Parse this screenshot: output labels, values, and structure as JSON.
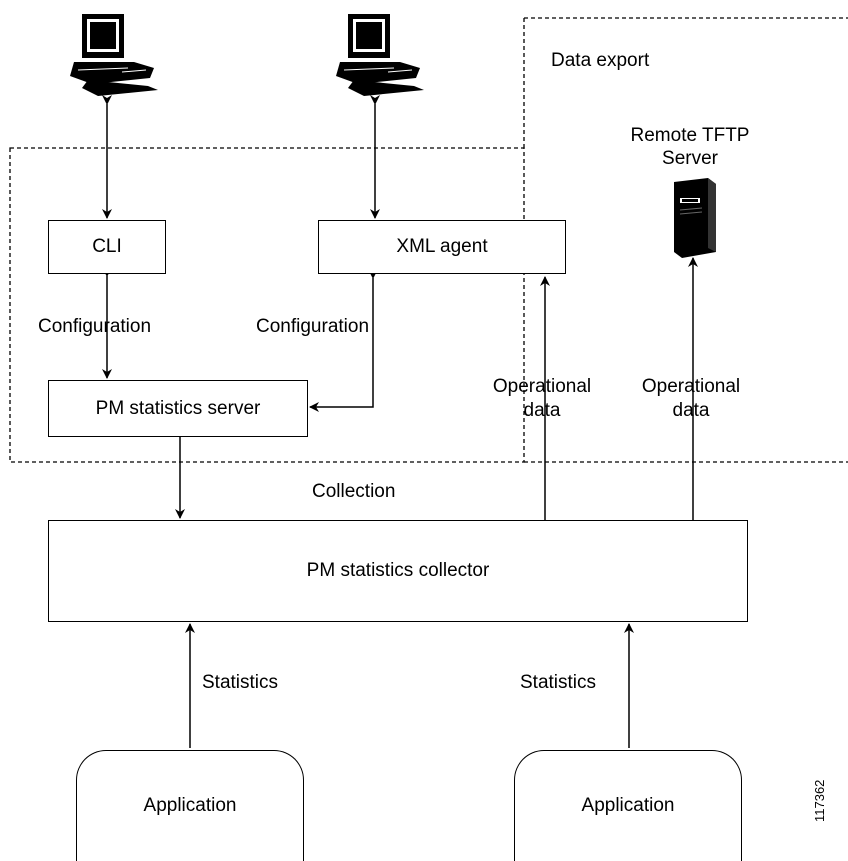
{
  "labels": {
    "data_export": "Data export",
    "remote_tftp_line1": "Remote TFTP",
    "remote_tftp_line2": "Server",
    "cli": "CLI",
    "xml_agent": "XML agent",
    "configuration_left": "Configuration",
    "configuration_right": "Configuration",
    "pm_server": "PM statistics server",
    "operational_left_1": "Operational",
    "operational_left_2": "data",
    "operational_right_1": "Operational",
    "operational_right_2": "data",
    "collection": "Collection",
    "pm_collector": "PM statistics collector",
    "statistics_left": "Statistics",
    "statistics_right": "Statistics",
    "application_left": "Application",
    "application_right": "Application",
    "figure_id": "117362"
  },
  "icons": [
    "computer-terminal-icon",
    "computer-terminal-icon",
    "tftp-server-tower-icon"
  ]
}
